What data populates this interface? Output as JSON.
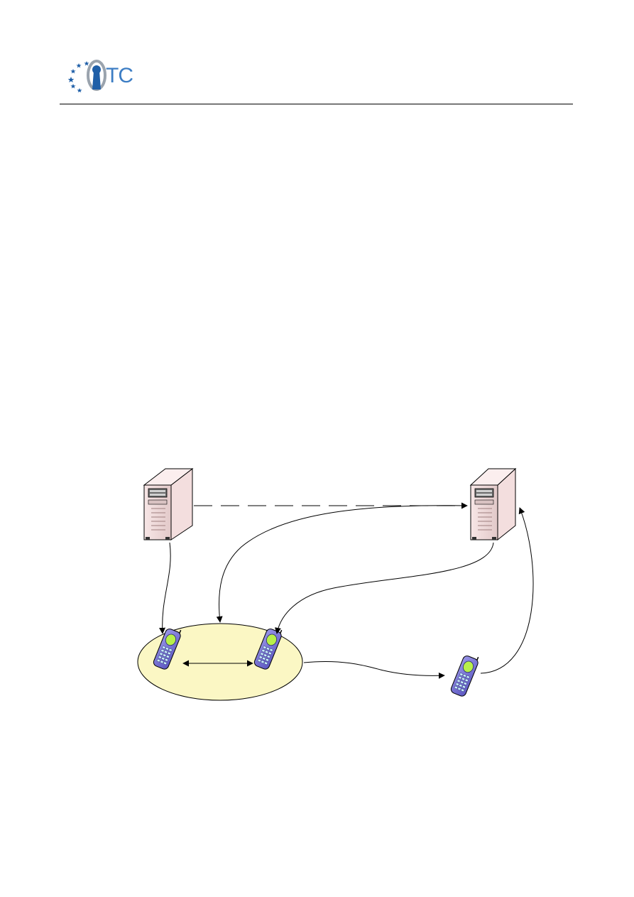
{
  "header": {
    "logo_text": "TC",
    "logo_color": "#1f5fa8"
  },
  "diagram": {
    "nodes": [
      {
        "id": "server-left",
        "kind": "server",
        "icon": "server-icon"
      },
      {
        "id": "server-right",
        "kind": "server",
        "icon": "server-icon"
      },
      {
        "id": "phone-group-left",
        "kind": "mobile-phone",
        "icon": "mobile-phone-icon"
      },
      {
        "id": "phone-group-right",
        "kind": "mobile-phone",
        "icon": "mobile-phone-icon"
      },
      {
        "id": "phone-remote",
        "kind": "mobile-phone",
        "icon": "mobile-phone-icon"
      }
    ],
    "group": {
      "id": "local-group",
      "fill": "#fbf7c4"
    },
    "edges": [
      {
        "from": "server-left",
        "to": "server-right",
        "style": "dashed"
      },
      {
        "from": "server-left",
        "to": "local-group",
        "style": "solid"
      },
      {
        "from": "server-right",
        "to": "local-group",
        "style": "solid"
      },
      {
        "from": "server-right",
        "to": "phone-group-right",
        "style": "solid"
      },
      {
        "from": "phone-group-left",
        "to": "phone-group-right",
        "style": "solid-bidirectional"
      },
      {
        "from": "local-group",
        "to": "phone-remote",
        "style": "solid"
      },
      {
        "from": "phone-remote",
        "to": "server-right",
        "style": "solid"
      }
    ]
  }
}
